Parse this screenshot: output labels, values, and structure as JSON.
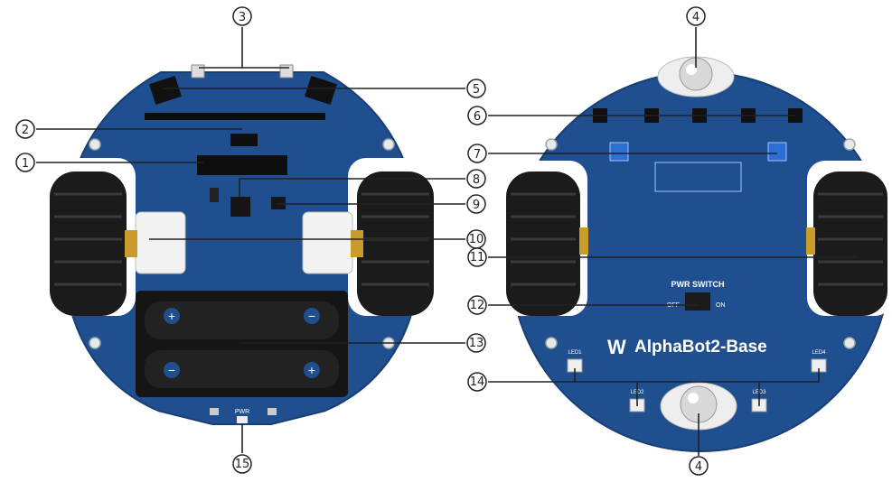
{
  "board": {
    "brand_text": "AlphaBot2-Base",
    "logo_glyph": "W",
    "switch_label": "PWR SWITCH",
    "switch_off": "OFF",
    "switch_on": "ON",
    "pwr_label": "PWR",
    "led_labels": [
      "LED1",
      "LED2",
      "LED3",
      "LED4"
    ],
    "plus_sign": "+",
    "minus_sign": "−"
  },
  "callouts": [
    "1",
    "2",
    "3",
    "4",
    "5",
    "6",
    "7",
    "8",
    "9",
    "10",
    "11",
    "12",
    "13",
    "14",
    "15"
  ],
  "colors": {
    "board_blue": "#1f4f8f",
    "board_dark": "#173f75",
    "tire": "#1b1b1b",
    "battery": "#151515",
    "leader": "#222222"
  }
}
